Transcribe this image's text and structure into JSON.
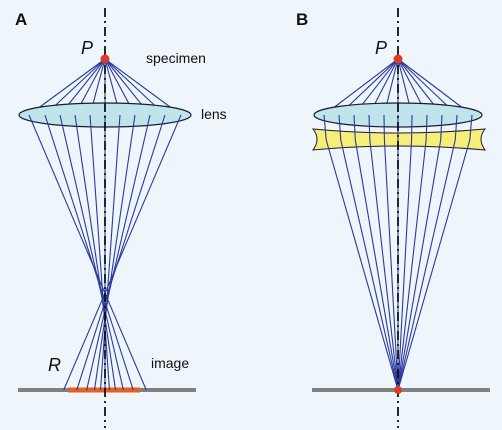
{
  "panels": {
    "a": {
      "letter": "A",
      "point_label": "P",
      "image_point_label": "R",
      "specimen_label": "specimen",
      "lens_label": "lens",
      "image_label": "image"
    },
    "b": {
      "letter": "B",
      "point_label": "P"
    }
  },
  "colors": {
    "background": "#eef5fb",
    "ray": "#2b3a9c",
    "lens_fill": "#bfe4ec",
    "lens_stroke": "#1a1a2e",
    "corrector_fill": "#f7ee7a",
    "image_plane": "#808080",
    "blur_spot": "#e5611f",
    "point": "#e03a2a",
    "axis": "#111111"
  }
}
